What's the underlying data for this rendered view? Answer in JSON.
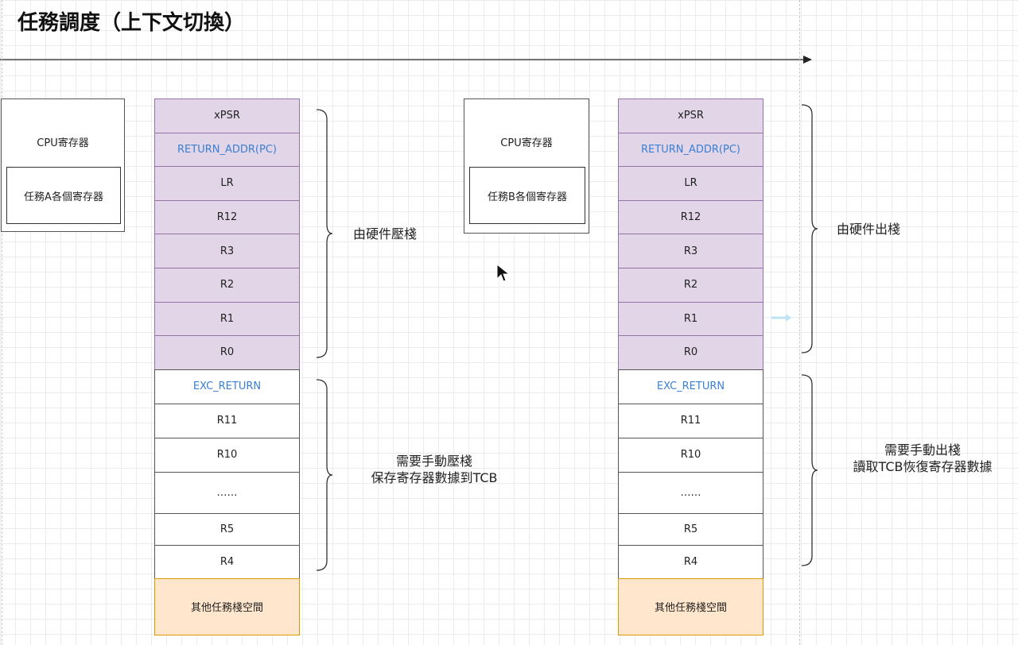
{
  "title": "任務調度（上下文切換）",
  "left": {
    "cpu": {
      "label": "CPU寄存器",
      "inner": "任務A各個寄存器"
    },
    "hardware_cells": [
      "xPSR",
      "RETURN_ADDR(PC)",
      "LR",
      "R12",
      "R3",
      "R2",
      "R1",
      "R0"
    ],
    "software_cells": [
      "EXC_RETURN",
      "R11",
      "R10",
      "……",
      "R5",
      "R4"
    ],
    "other_cell": "其他任務棧空間",
    "hardware_note": "由硬件壓棧",
    "software_note": [
      "需要手動壓棧",
      "保存寄存器數據到TCB"
    ]
  },
  "right": {
    "cpu": {
      "label": "CPU寄存器",
      "inner": "任務B各個寄存器"
    },
    "hardware_cells": [
      "xPSR",
      "RETURN_ADDR(PC)",
      "LR",
      "R12",
      "R3",
      "R2",
      "R1",
      "R0"
    ],
    "software_cells": [
      "EXC_RETURN",
      "R11",
      "R10",
      "……",
      "R5",
      "R4"
    ],
    "other_cell": "其他任務棧空間",
    "hardware_note": "由硬件出棧",
    "software_note": [
      "需要手動出棧",
      "讀取TCB恢復寄存器數據"
    ]
  },
  "colors": {
    "hardware_fill": "#e1d5e7",
    "hardware_border": "#9673a6",
    "other_fill": "#ffe6cc",
    "other_border": "#d79b00",
    "highlight_text": "#3b7fd4"
  }
}
